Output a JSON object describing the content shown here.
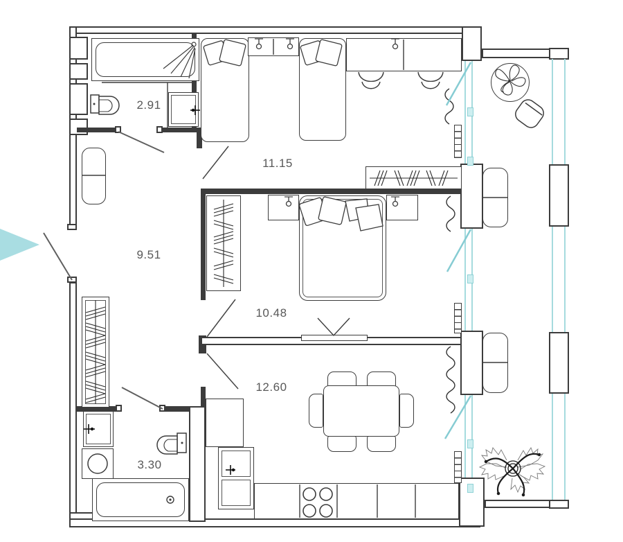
{
  "title": "Apartment floor plan",
  "colors": {
    "wall": "#3c3c3c",
    "glass": "#a5dbde",
    "arrow": "#a9dde2",
    "label": "#585858"
  },
  "rooms": [
    {
      "name": "bathroom-top",
      "area": "2.91",
      "fixtures": [
        "bathtub-with-shower",
        "toilet",
        "sink-vanity"
      ]
    },
    {
      "name": "kids-bedroom",
      "area": "11.15",
      "fixtures": [
        "single-bed",
        "single-bed",
        "nightstand-shelf",
        "pendant-lamp",
        "pendant-lamp",
        "pendant-lamp",
        "desk",
        "desk-chair",
        "desk-chair",
        "wardrobe"
      ]
    },
    {
      "name": "hallway",
      "area": "9.51",
      "fixtures": [
        "entrance-door",
        "bench",
        "wardrobe"
      ]
    },
    {
      "name": "master-bedroom",
      "area": "10.48",
      "fixtures": [
        "double-bed",
        "nightstand",
        "nightstand",
        "pendant-lamp",
        "pendant-lamp",
        "wardrobe",
        "tv"
      ]
    },
    {
      "name": "kitchen-living",
      "area": "12.60",
      "fixtures": [
        "dining-table",
        "chair",
        "chair",
        "chair",
        "chair",
        "chair",
        "chair",
        "kitchen-counter",
        "stove",
        "kitchen-sink",
        "fridge"
      ]
    },
    {
      "name": "bathroom-bottom",
      "area": "3.30",
      "fixtures": [
        "sink-vanity",
        "washing-machine",
        "toilet",
        "bathtub"
      ]
    }
  ],
  "balcony": {
    "fixtures": [
      "round-table",
      "potted-plant",
      "chair",
      "armchair",
      "armchair",
      "large-plant",
      "radiator",
      "radiator",
      "radiator",
      "curtain",
      "curtain",
      "curtain"
    ]
  },
  "entrance": {
    "symbol": "entrance-arrow"
  }
}
